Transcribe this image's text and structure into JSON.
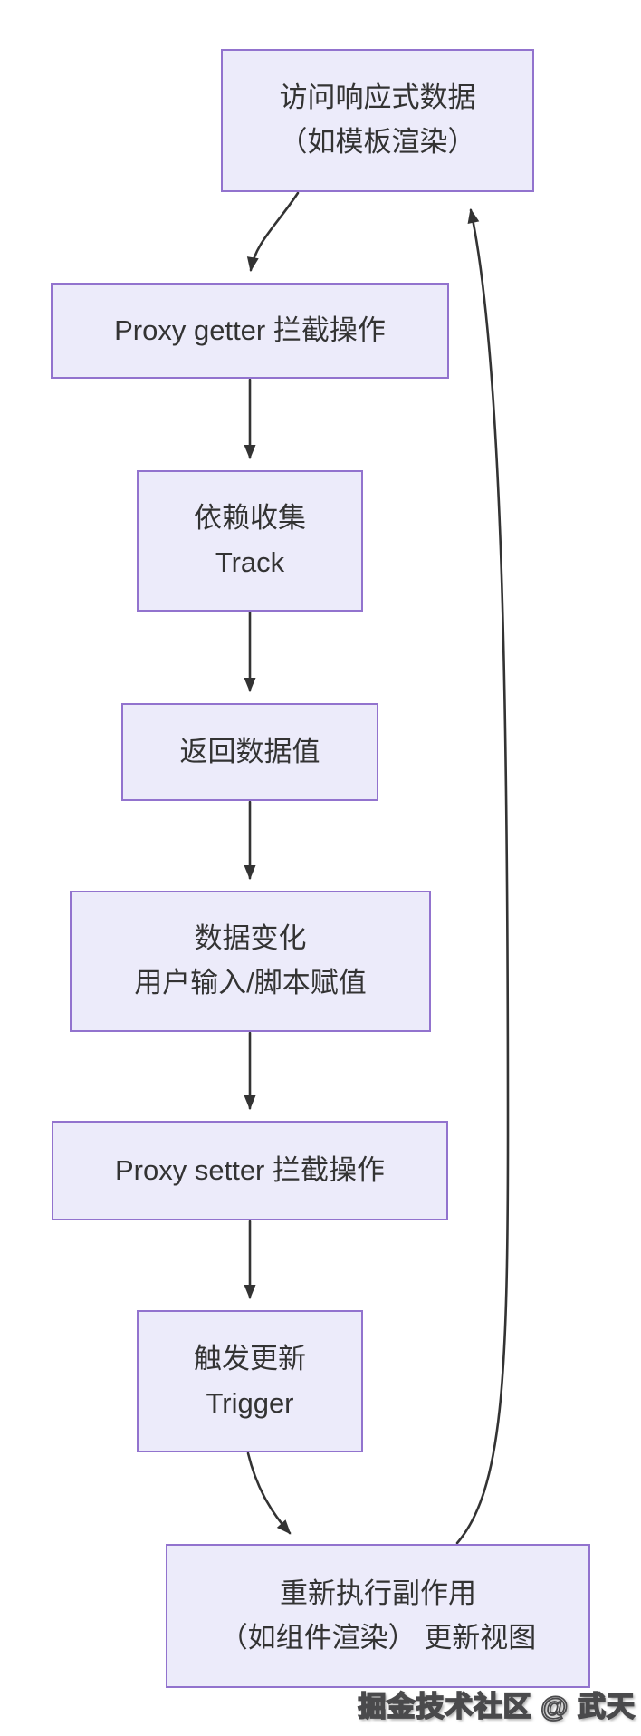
{
  "theme": {
    "background": "#ffffff",
    "node_fill": "#ECEBFA",
    "node_border": "#9273CE",
    "node_text": "#333333",
    "arrow": "#333333",
    "watermark_fill": "#f8f8f8",
    "watermark_outline": "#4a4a4c"
  },
  "flowchart": {
    "type": "flowchart-top-down",
    "nodes": [
      {
        "id": "access-reactive-data",
        "lines": [
          "访问响应式数据",
          "（如模板渲染）"
        ]
      },
      {
        "id": "proxy-getter",
        "lines": [
          "Proxy getter 拦截操作"
        ]
      },
      {
        "id": "dependency-track",
        "lines": [
          "依赖收集",
          "Track"
        ]
      },
      {
        "id": "return-data-value",
        "lines": [
          "返回数据值"
        ]
      },
      {
        "id": "data-change",
        "lines": [
          "数据变化",
          "用户输入/脚本赋值"
        ]
      },
      {
        "id": "proxy-setter",
        "lines": [
          "Proxy setter 拦截操作"
        ]
      },
      {
        "id": "trigger-update",
        "lines": [
          "触发更新",
          "Trigger"
        ]
      },
      {
        "id": "rerun-side-effect",
        "lines": [
          "重新执行副作用",
          "（如组件渲染） 更新视图"
        ]
      }
    ],
    "edges": [
      {
        "from": "access-reactive-data",
        "to": "proxy-getter"
      },
      {
        "from": "proxy-getter",
        "to": "dependency-track"
      },
      {
        "from": "dependency-track",
        "to": "return-data-value"
      },
      {
        "from": "return-data-value",
        "to": "data-change"
      },
      {
        "from": "data-change",
        "to": "proxy-setter"
      },
      {
        "from": "proxy-setter",
        "to": "trigger-update"
      },
      {
        "from": "trigger-update",
        "to": "rerun-side-effect"
      },
      {
        "from": "rerun-side-effect",
        "to": "access-reactive-data"
      }
    ]
  },
  "watermark": {
    "text": "掘金技术社区 @ 武天"
  }
}
